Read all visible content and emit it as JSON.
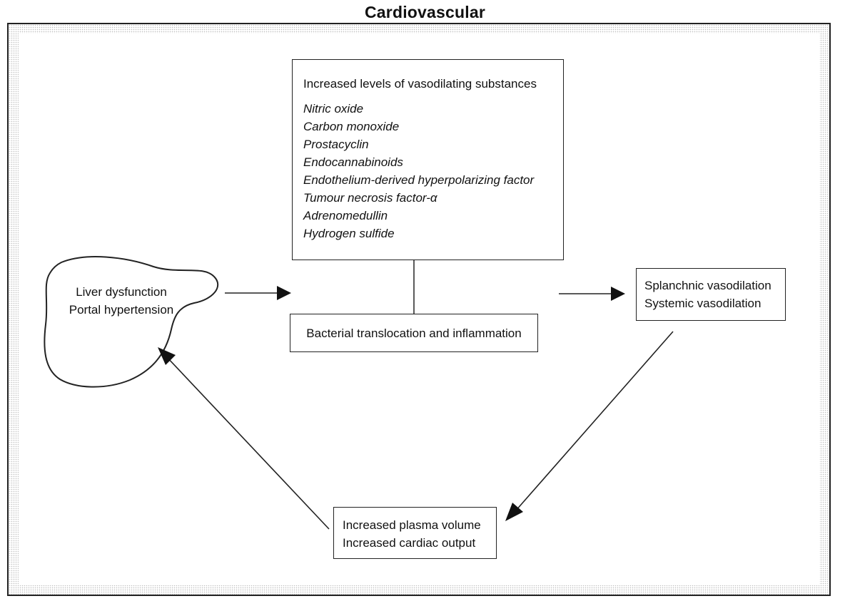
{
  "title": "Cardiovascular",
  "liver": {
    "lines": [
      "Liver dysfunction",
      "Portal hypertension"
    ]
  },
  "substances_box": {
    "heading": "Increased levels of vasodilating substances",
    "items": [
      "Nitric oxide",
      "Carbon monoxide",
      "Prostacyclin",
      "Endocannabinoids",
      "Endothelium-derived hyperpolarizing factor",
      "Tumour necrosis factor-α",
      "Adrenomedullin",
      "Hydrogen sulfide"
    ]
  },
  "bacterial_box": {
    "label": "Bacterial translocation and inflammation"
  },
  "vasodilation_box": {
    "lines": [
      "Splanchnic vasodilation",
      "Systemic vasodilation"
    ]
  },
  "plasma_box": {
    "lines": [
      "Increased plasma volume",
      "Increased cardiac output"
    ]
  }
}
